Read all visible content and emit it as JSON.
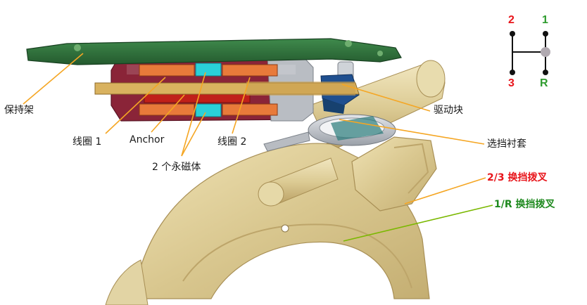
{
  "labels": {
    "bracket": "保持架",
    "coil1": "线圈 1",
    "anchor": "Anchor",
    "coil2": "线圈 2",
    "magnets": "2 个永磁体",
    "drive_block": "驱动块",
    "selector_sleeve": "选挡衬套",
    "fork_23": "2/3 换挡拨叉",
    "fork_1r": "1/R 换挡拨叉"
  },
  "shift_pattern": {
    "top_left": "2",
    "top_right": "1",
    "bottom_left": "3",
    "bottom_right": "R"
  },
  "colors": {
    "fork_23_label": "#e8141a",
    "fork_1r_label": "#1f8a1f",
    "shift_red": "#e8141a",
    "shift_green": "#2e9b2e",
    "leader_orange": "#f5a623",
    "leader_green": "#7ab800",
    "bracket_green": "#2f6e3a",
    "casting_tan": "#d8c690",
    "coil_orange": "#e87a3a",
    "magnet_cyan": "#2ad0d8",
    "anchor_red": "#c0201a",
    "drive_block_blue": "#1f4f8f",
    "housing_maroon": "#8a2438"
  }
}
